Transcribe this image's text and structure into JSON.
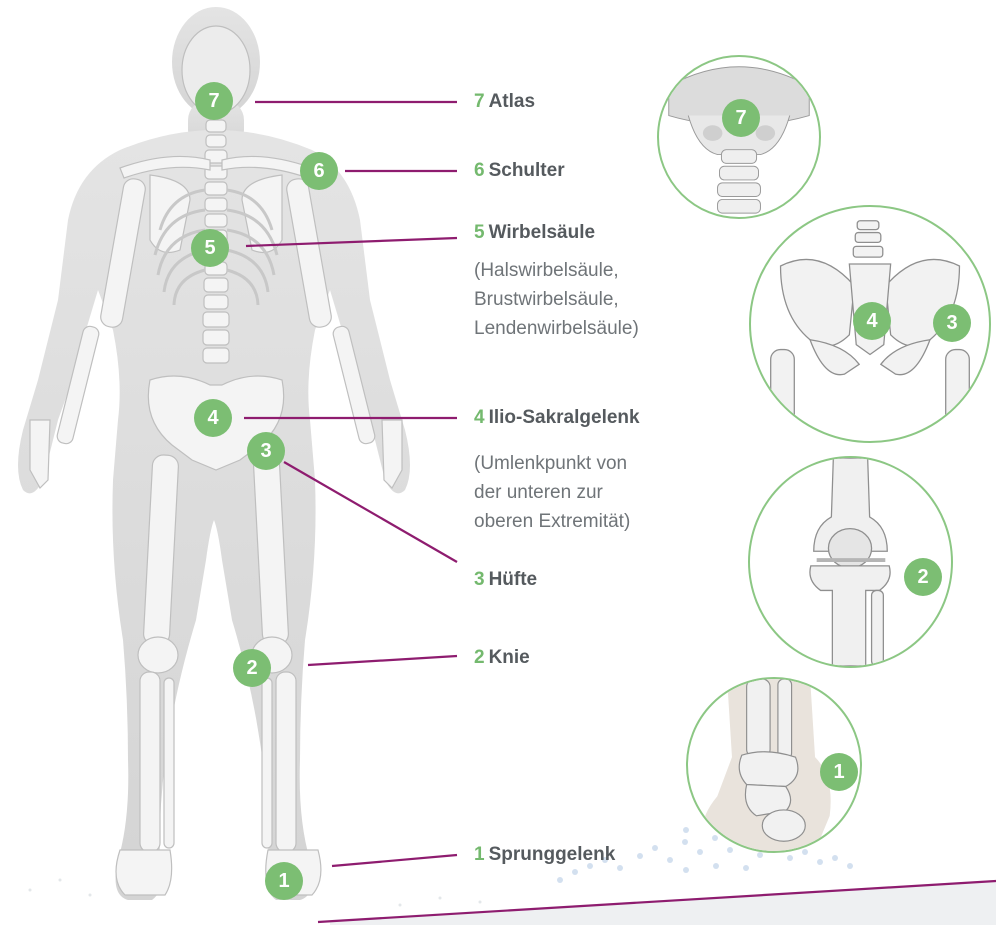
{
  "colors": {
    "accent_green": "#7cbe73",
    "leader_purple": "#8e1c6f",
    "label_gray": "#555a5e",
    "body_gray": "#d9d9d9"
  },
  "labels": [
    {
      "id": "atlas",
      "num": "7",
      "text": "Atlas"
    },
    {
      "id": "schulter",
      "num": "6",
      "text": "Schulter"
    },
    {
      "id": "wirbelsaeule",
      "num": "5",
      "text": "Wirbelsäule",
      "desc": [
        "(Halswirbelsäule,",
        "Brustwirbelsäule,",
        "Lendenwirbelsäule)"
      ]
    },
    {
      "id": "iliosakral",
      "num": "4",
      "text": "Ilio-Sakralgelenk",
      "desc": [
        "(Umlenkpunkt von",
        "der unteren zur",
        "oberen Extremität)"
      ]
    },
    {
      "id": "huefte",
      "num": "3",
      "text": "Hüfte"
    },
    {
      "id": "knie",
      "num": "2",
      "text": "Knie"
    },
    {
      "id": "sprunggelenk",
      "num": "1",
      "text": "Sprunggelenk"
    }
  ],
  "body_markers": [
    "7",
    "6",
    "5",
    "4",
    "3",
    "2",
    "1"
  ],
  "insets": {
    "head": {
      "marker": "7",
      "icon": "skull-neck-icon"
    },
    "pelvis": {
      "markers": [
        "4",
        "3"
      ],
      "icon": "pelvis-icon"
    },
    "knee": {
      "marker": "2",
      "icon": "knee-joint-icon"
    },
    "ankle": {
      "marker": "1",
      "icon": "ankle-joint-icon"
    }
  }
}
